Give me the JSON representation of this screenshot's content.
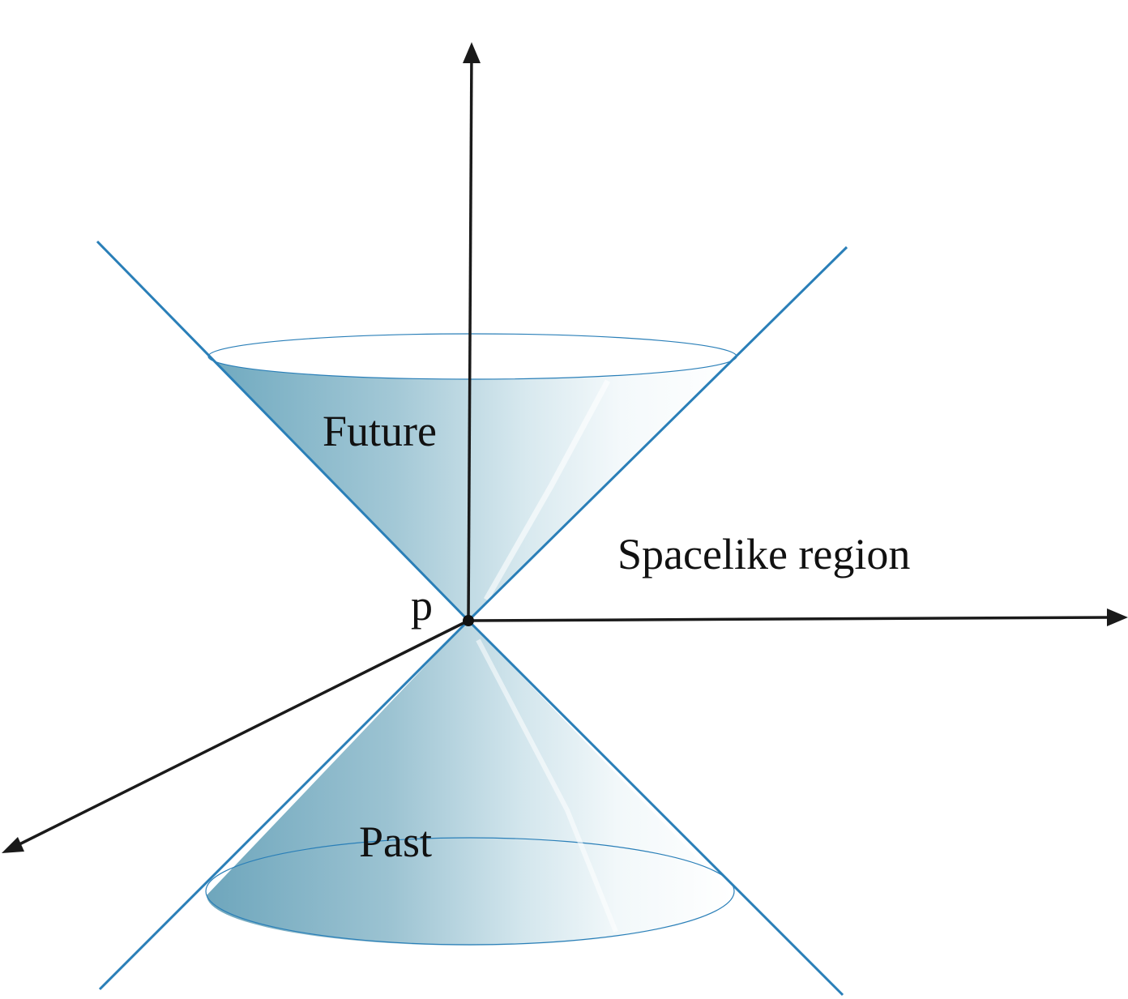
{
  "labels": {
    "future": "Future",
    "past": "Past",
    "spacelike": "Spacelike region",
    "point": "p"
  },
  "colors": {
    "cone_line": "#2a7fb8",
    "cone_fill_dark": "#6fa9bf",
    "cone_fill_light": "#e6f1f5",
    "axis": "#1a1a1a",
    "background": "#ffffff"
  }
}
